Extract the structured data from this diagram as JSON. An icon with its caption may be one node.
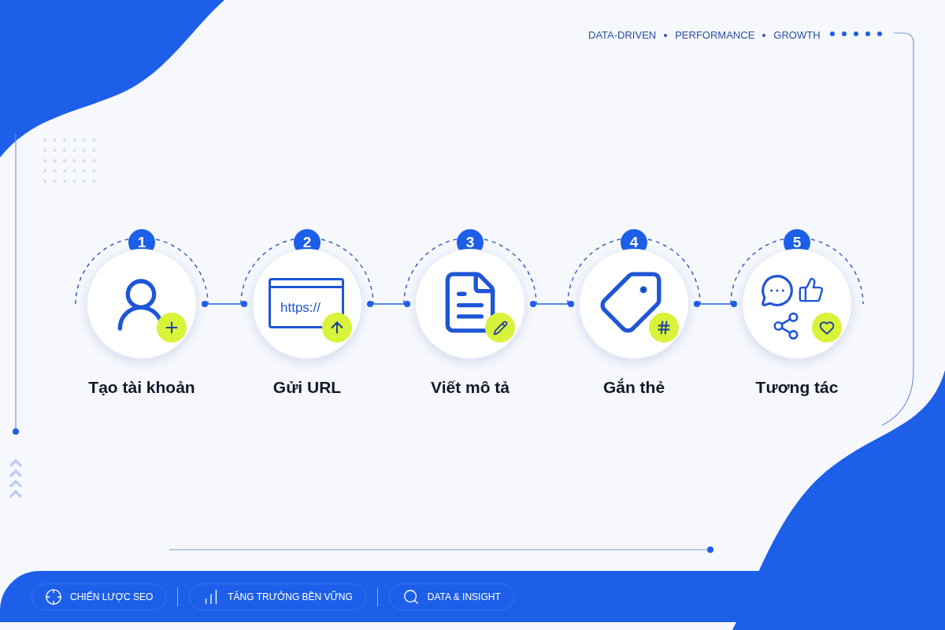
{
  "diagram": {
    "nodes": [
      {
        "text": [
          "1",
          "Tạo tài khoản"
        ]
      },
      {
        "text": [
          "2",
          "Gửi URL"
        ]
      },
      {
        "text": [
          "3",
          "Viết mô tả"
        ]
      },
      {
        "text": [
          "4",
          "Gắn thẻ"
        ]
      },
      {
        "text": [
          "5",
          "Tương tác"
        ]
      }
    ],
    "edges": [
      {
        "from": 0,
        "to": 1,
        "arrow": "other"
      },
      {
        "from": 1,
        "to": 2,
        "arrow": "other"
      },
      {
        "from": 2,
        "to": 3,
        "arrow": "other"
      },
      {
        "from": 3,
        "to": 4,
        "arrow": "other"
      }
    ],
    "labels": [
      "DATA-DRIVEN",
      "PERFORMANCE",
      "GROWTH",
      "https://",
      "CHIẾN LƯỢC SEO",
      "TĂNG TRƯỞNG BỀN VỮNG",
      "DATA & INSIGHT"
    ]
  }
}
